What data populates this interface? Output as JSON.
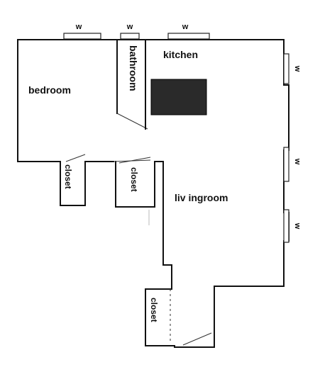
{
  "rooms": {
    "bedroom": "bedroom",
    "bathroom": "bathroom",
    "kitchen": "kitchen",
    "livingroom": "liv ingroom"
  },
  "closets": [
    "closet",
    "closet",
    "closet"
  ],
  "windows": [
    "w",
    "w",
    "w",
    "w",
    "w",
    "w"
  ],
  "kitchen_fixture_color": "#2a2a2a"
}
